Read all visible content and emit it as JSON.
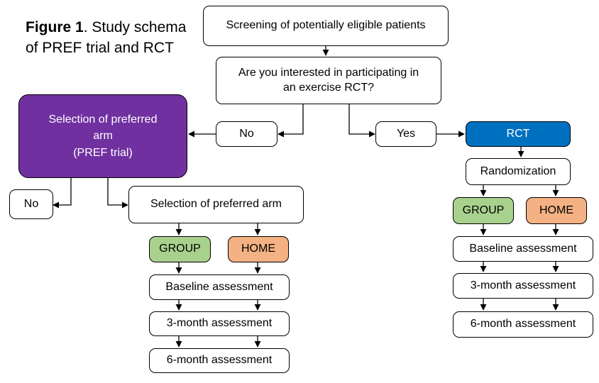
{
  "caption": {
    "label": "Figure 1",
    "text_line1": ". Study schema",
    "text_line2": "of PREF trial and RCT"
  },
  "nodes": {
    "screening": "Screening of potentially eligible patients",
    "question_line1": "Are you interested in participating in",
    "question_line2": "an exercise RCT?",
    "answer_no": "No",
    "answer_yes": "Yes",
    "pref_line1": "Selection of preferred",
    "pref_line2": "arm",
    "pref_line3": "(PREF trial)",
    "pref_no": "No",
    "pref_select": "Selection of preferred arm",
    "pref_group": "GROUP",
    "pref_home": "HOME",
    "pref_baseline": "Baseline assessment",
    "pref_3month": "3-month assessment",
    "pref_6month": "6-month assessment",
    "rct": "RCT",
    "randomization": "Randomization",
    "rct_group": "GROUP",
    "rct_home": "HOME",
    "rct_baseline": "Baseline assessment",
    "rct_3month": "3-month assessment",
    "rct_6month": "6-month assessment"
  },
  "colors": {
    "pref_trial": "#7030a0",
    "rct": "#0070c0",
    "group": "#a9d18e",
    "home": "#f4b183"
  }
}
